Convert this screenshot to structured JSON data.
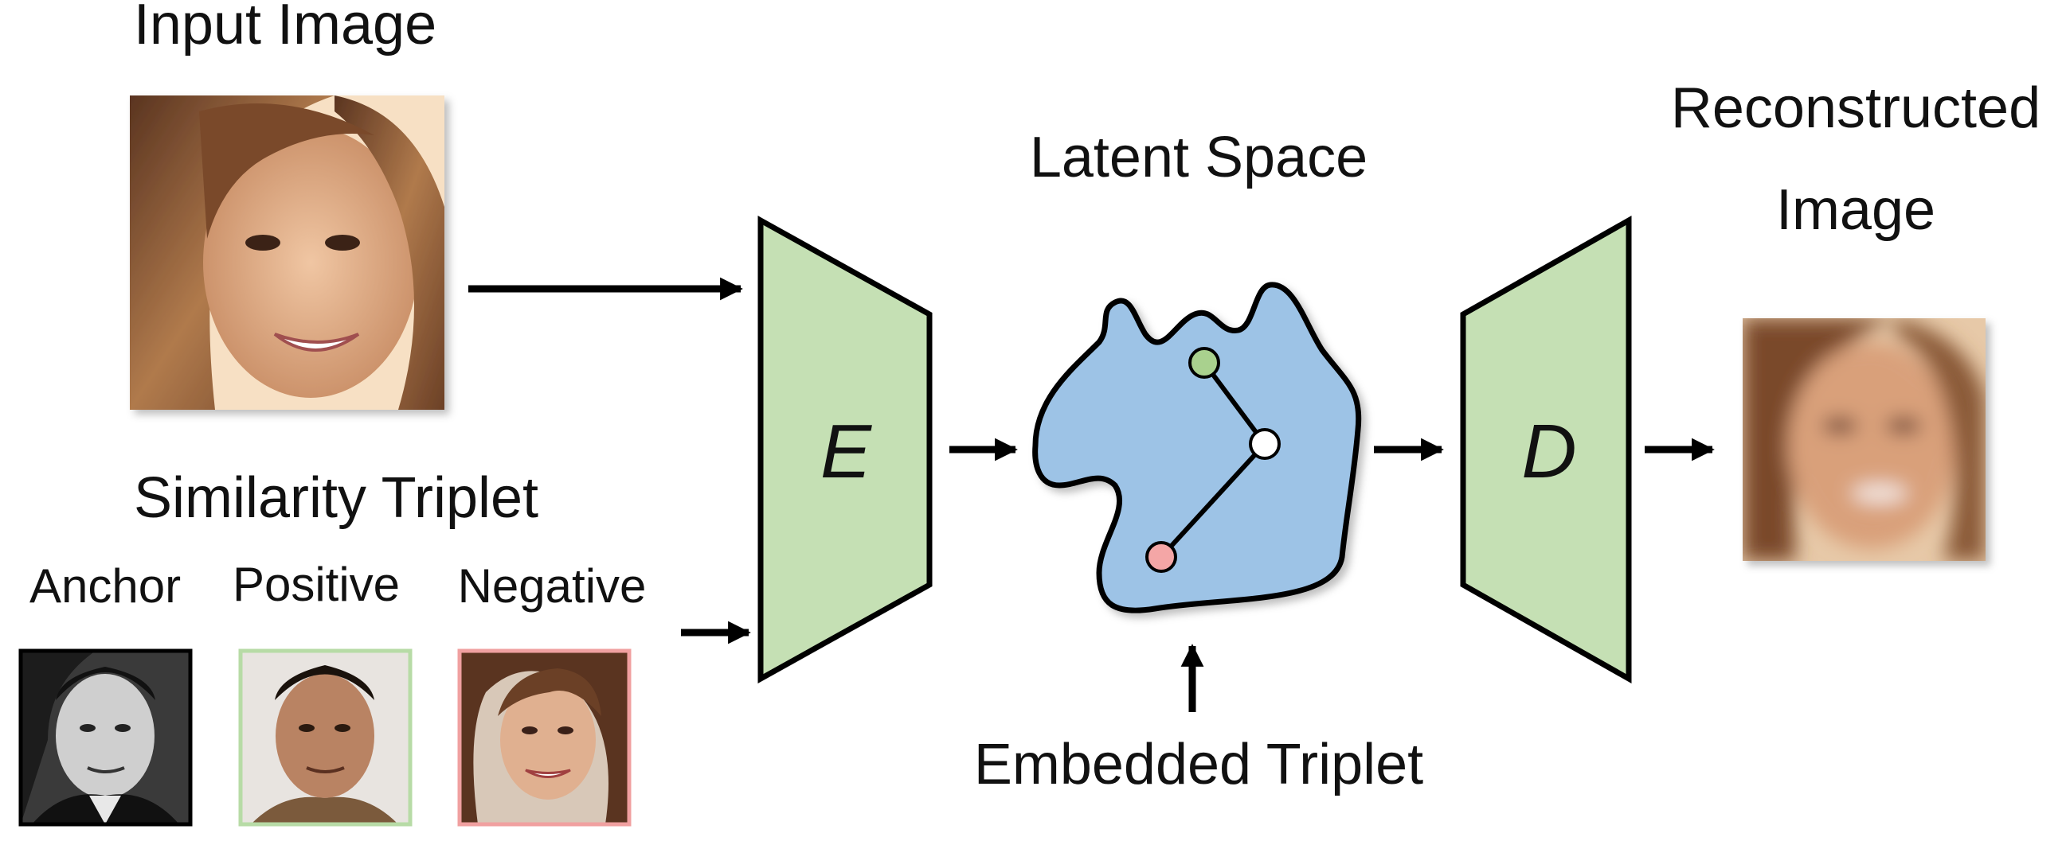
{
  "labels": {
    "input_image": "Input Image",
    "latent_space": "Latent Space",
    "reconstructed_line1": "Reconstructed",
    "reconstructed_line2": "Image",
    "similarity_triplet": "Similarity Triplet",
    "anchor": "Anchor",
    "positive": "Positive",
    "negative": "Negative",
    "embedded_triplet": "Embedded Triplet"
  },
  "blocks": {
    "encoder": "E",
    "decoder": "D"
  },
  "colors": {
    "block_fill": "#c5e0b4",
    "latent_fill": "#9dc3e6",
    "positive_point": "#a9d18e",
    "negative_point": "#f4a6a6",
    "anchor_point": "#ffffff",
    "positive_border": "#b7dba6",
    "negative_border": "#f0a0a0",
    "anchor_border": "#000000",
    "input_photo_skin": "#d9a27c",
    "input_photo_hair": "#8a5a38"
  },
  "icons": {
    "input_photo": "woman-face-photo",
    "reconstructed_photo": "blurred-woman-face-photo",
    "anchor_photo": "man-face-photo",
    "positive_photo": "man-face-photo",
    "negative_photo": "woman-face-photo"
  }
}
